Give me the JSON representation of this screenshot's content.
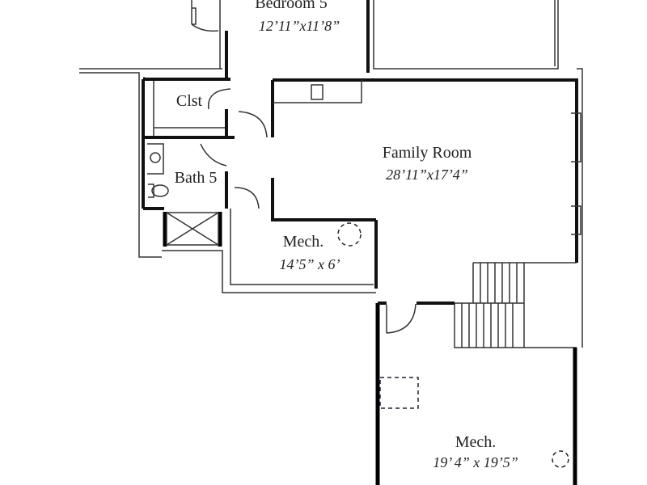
{
  "rooms": [
    {
      "name": "Bedroom 5",
      "size": "12’11”x11’8”"
    },
    {
      "name": "Clst",
      "size": ""
    },
    {
      "name": "Bath 5",
      "size": ""
    },
    {
      "name": "Family Room",
      "size": "28’11”x17’4”"
    },
    {
      "name": "Mech.",
      "size": "14’5” x 6’"
    },
    {
      "name": "Mech.",
      "size": "19’ 4” x 19’5”"
    }
  ]
}
